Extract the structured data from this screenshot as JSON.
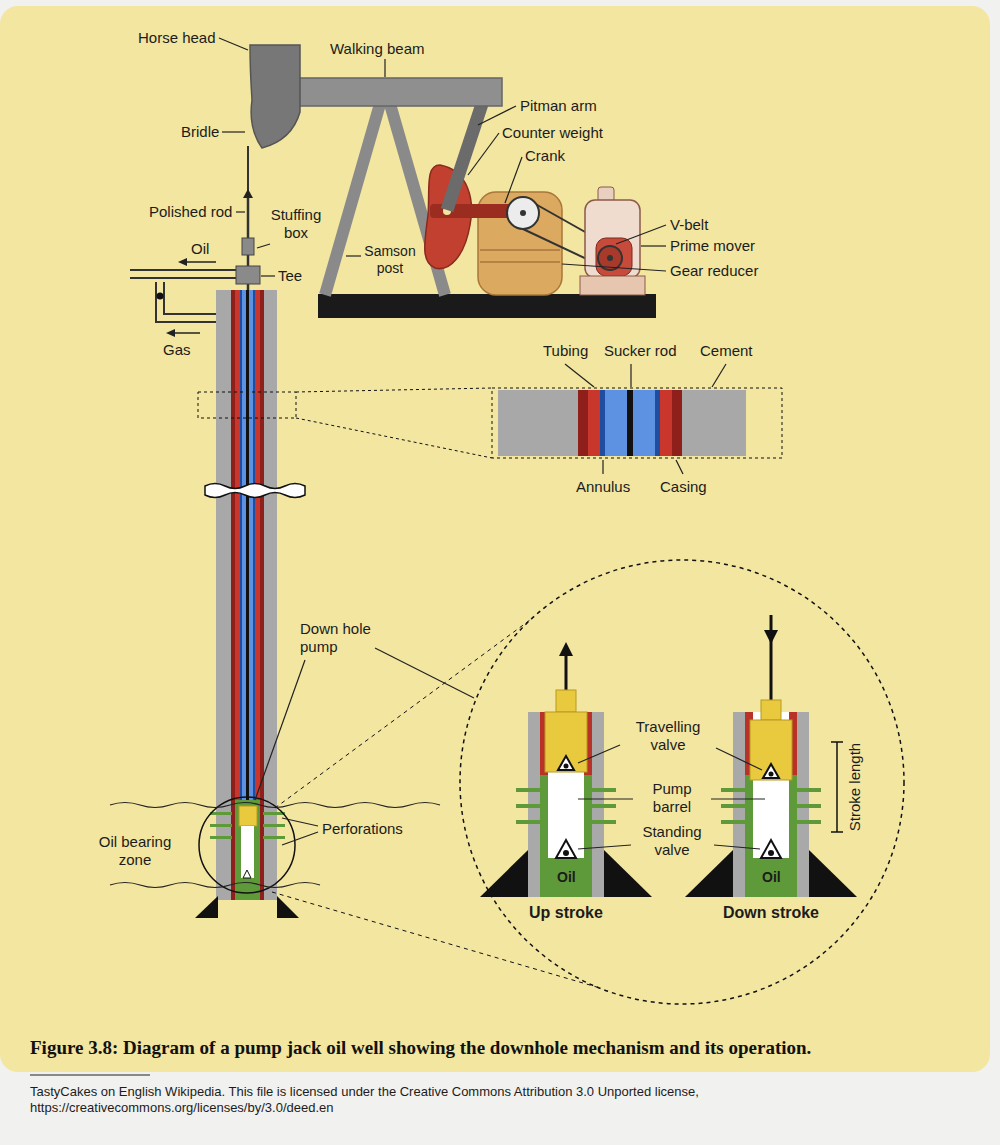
{
  "diagram": {
    "caption": "Figure 3.8: Diagram of a pump jack oil well showing the downhole mechanism and its operation.",
    "labels": [
      "Horse head",
      "Walking beam",
      "Bridle",
      "Pitman arm",
      "Counter weight",
      "Crank",
      "Polished rod",
      "Stuffing box",
      "Oil",
      "Samson post",
      "Tee",
      "V-belt",
      "Prime mover",
      "Gear reducer",
      "Gas",
      "Tubing",
      "Sucker rod",
      "Cement",
      "Annulus",
      "Casing",
      "Down hole pump",
      "Travelling valve",
      "Pump barrel",
      "Stroke length",
      "Oil bearing zone",
      "Perforations",
      "Standing valve",
      "Oil",
      "Oil",
      "Up stroke",
      "Down stroke",
      "TastyCakes on English Wikipedia. This file is licensed under the Creative Commons Attribution 3.0 Unported license, https://creativecommons.org/licenses/by/3.0/deed.en"
    ]
  }
}
